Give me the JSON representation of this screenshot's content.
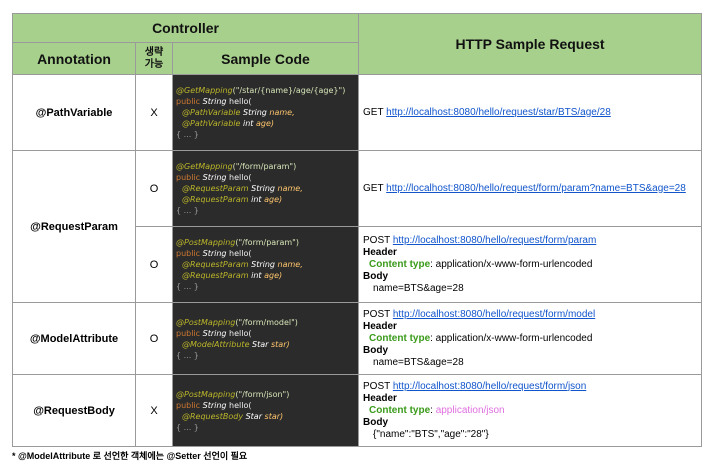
{
  "header": {
    "controller": "Controller",
    "annotation": "Annotation",
    "optional": "생략\n가능",
    "sample_code": "Sample Code",
    "http_request": "HTTP Sample Request"
  },
  "rows": [
    {
      "annotation": "@PathVariable",
      "optional": "X",
      "code": {
        "mapping": "@GetMapping",
        "path": "(\"/star/{name}/age/{age}\")",
        "l2_kw": "public ",
        "l2_type": "String ",
        "l2_name": "hello(",
        "params": [
          {
            "ann": "@PathVariable ",
            "type": "String ",
            "name": "name,"
          },
          {
            "ann": "@PathVariable ",
            "type": "int ",
            "name": "age)"
          }
        ],
        "end": "{ ... }"
      },
      "request": {
        "method": "GET ",
        "url": "http://localhost:8080/hello/request/star/BTS/age/28"
      }
    },
    {
      "code": {
        "mapping": "@GetMapping",
        "path": "(\"/form/param\")",
        "l2_kw": "public ",
        "l2_type": "String ",
        "l2_name": "hello(",
        "params": [
          {
            "ann": "@RequestParam ",
            "type": "String ",
            "name": "name,"
          },
          {
            "ann": "@RequestParam ",
            "type": "int ",
            "name": "age)"
          }
        ],
        "end": "{ ... }"
      },
      "optional": "O",
      "request": {
        "method": "GET ",
        "url": "http://localhost:8080/hello/request/form/param?name=BTS&age=28"
      }
    },
    {
      "code": {
        "mapping": "@PostMapping",
        "path": "(\"/form/param\")",
        "l2_kw": "public ",
        "l2_type": "String ",
        "l2_name": "hello(",
        "params": [
          {
            "ann": "@RequestParam ",
            "type": "String ",
            "name": "name,"
          },
          {
            "ann": "@RequestParam ",
            "type": "int ",
            "name": "age)"
          }
        ],
        "end": "{ ... }"
      },
      "optional": "O",
      "request": {
        "method": "POST ",
        "url": "http://localhost:8080/hello/request/form/param",
        "header_label": "Header",
        "ct_label": "Content type",
        "ct_value": ": application/x-www-form-urlencoded",
        "body_label": "Body",
        "body_value": "name=BTS&age=28"
      }
    },
    {
      "annotation": "@ModelAttribute",
      "optional": "O",
      "code": {
        "mapping": "@PostMapping",
        "path": "(\"/form/model\")",
        "l2_kw": "public ",
        "l2_type": "String ",
        "l2_name": "hello(",
        "params": [
          {
            "ann": "@ModelAttribute ",
            "type": "Star ",
            "name": "star)"
          }
        ],
        "end": "{ ... }"
      },
      "request": {
        "method": "POST ",
        "url": "http://localhost:8080/hello/request/form/model",
        "header_label": "Header",
        "ct_label": "Content type",
        "ct_value": ": application/x-www-form-urlencoded",
        "body_label": "Body",
        "body_value": "name=BTS&age=28"
      }
    },
    {
      "annotation": "@RequestBody",
      "optional": "X",
      "code": {
        "mapping": "@PostMapping",
        "path": "(\"/form/json\")",
        "l2_kw": "public ",
        "l2_type": "String ",
        "l2_name": "hello(",
        "params": [
          {
            "ann": "@RequestBody ",
            "type": "Star ",
            "name": "star)"
          }
        ],
        "end": "{ ... }"
      },
      "request": {
        "method": "POST ",
        "url": "http://localhost:8080/hello/request/form/json",
        "header_label": "Header",
        "ct_label": "Content type",
        "ct_value": ": ",
        "ct_json": "application/json",
        "body_label": "Body",
        "body_value": "{\"name\":\"BTS\",\"age\":\"28\"}"
      }
    }
  ],
  "request_param_annotation": "@RequestParam",
  "footnote": "* @ModelAttribute 로 선언한 객체에는 @Setter 선언이 필요"
}
